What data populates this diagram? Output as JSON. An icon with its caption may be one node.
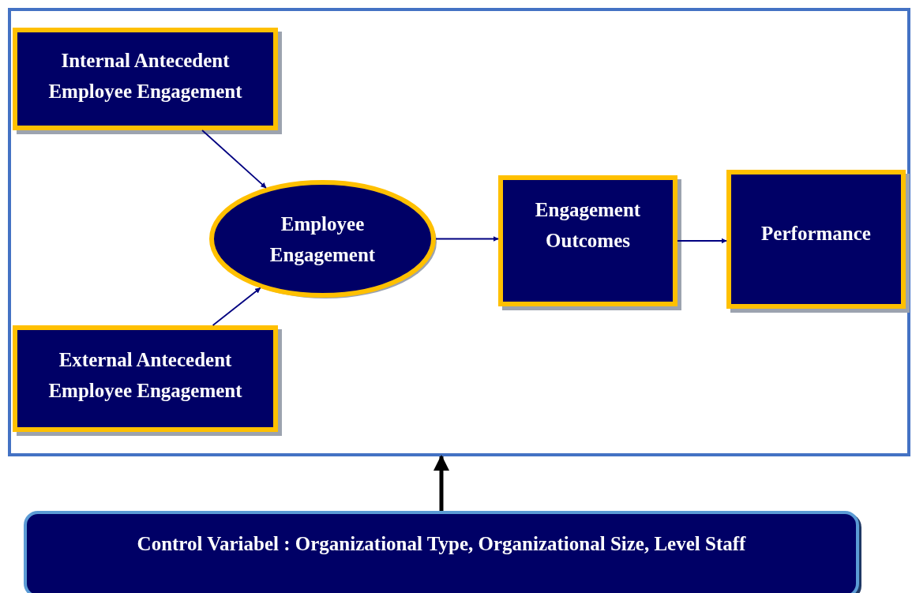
{
  "diagram": {
    "nodes": [
      {
        "text": [],
        "shape": "box"
      },
      {
        "text": [
          "Internal Antecedent Employee Engagement"
        ],
        "in": 0
      },
      {
        "text": [
          "Employee Engagement"
        ],
        "in": 0
      },
      {
        "text": [
          "Engagement Outcomes"
        ],
        "in": 0
      },
      {
        "text": [
          "Performance"
        ],
        "in": 0
      },
      {
        "text": [
          "External Antecedent Employee Engagement"
        ],
        "in": 0
      },
      {
        "text": [
          "Control Variabel : Organizational Type, Organizational Size, Level Staff"
        ]
      }
    ],
    "edges": [
      {
        "from": 1,
        "to": 2,
        "arrow": "to"
      },
      {
        "from": 5,
        "to": 2,
        "arrow": "to"
      },
      {
        "from": 2,
        "to": 3,
        "arrow": "to"
      },
      {
        "from": 3,
        "to": 4,
        "arrow": "to"
      },
      {
        "from": 6,
        "to": 0,
        "arrow": "to",
        "style": "thick",
        "color": "#000000"
      }
    ]
  }
}
